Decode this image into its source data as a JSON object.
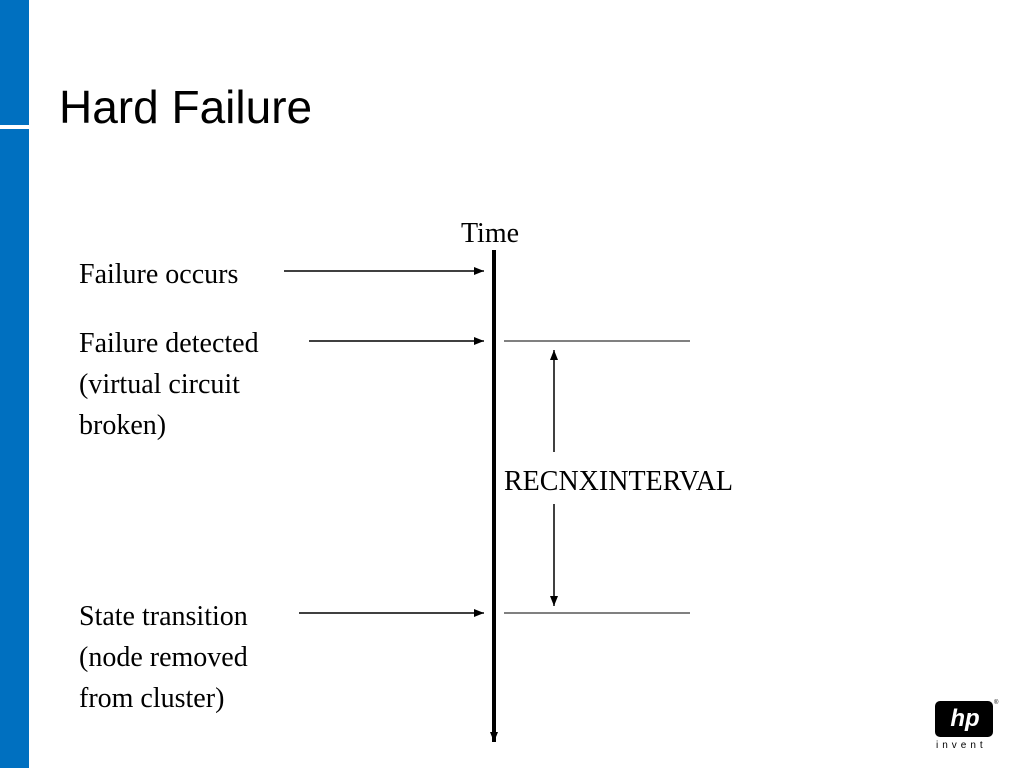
{
  "slide": {
    "title": "Hard Failure"
  },
  "diagram": {
    "time_label": "Time",
    "events": [
      {
        "lines": [
          "Failure occurs"
        ]
      },
      {
        "lines": [
          "Failure detected",
          "(virtual circuit",
          "broken)"
        ]
      },
      {
        "lines": [
          "State transition",
          "(node removed",
          "from cluster)"
        ]
      }
    ],
    "interval_label": "RECNXINTERVAL"
  },
  "logo": {
    "brand": "hp",
    "registered": "®",
    "tagline": "invent"
  },
  "colors": {
    "sidebar": "#0070c0",
    "ink": "#000000",
    "background": "#ffffff"
  }
}
